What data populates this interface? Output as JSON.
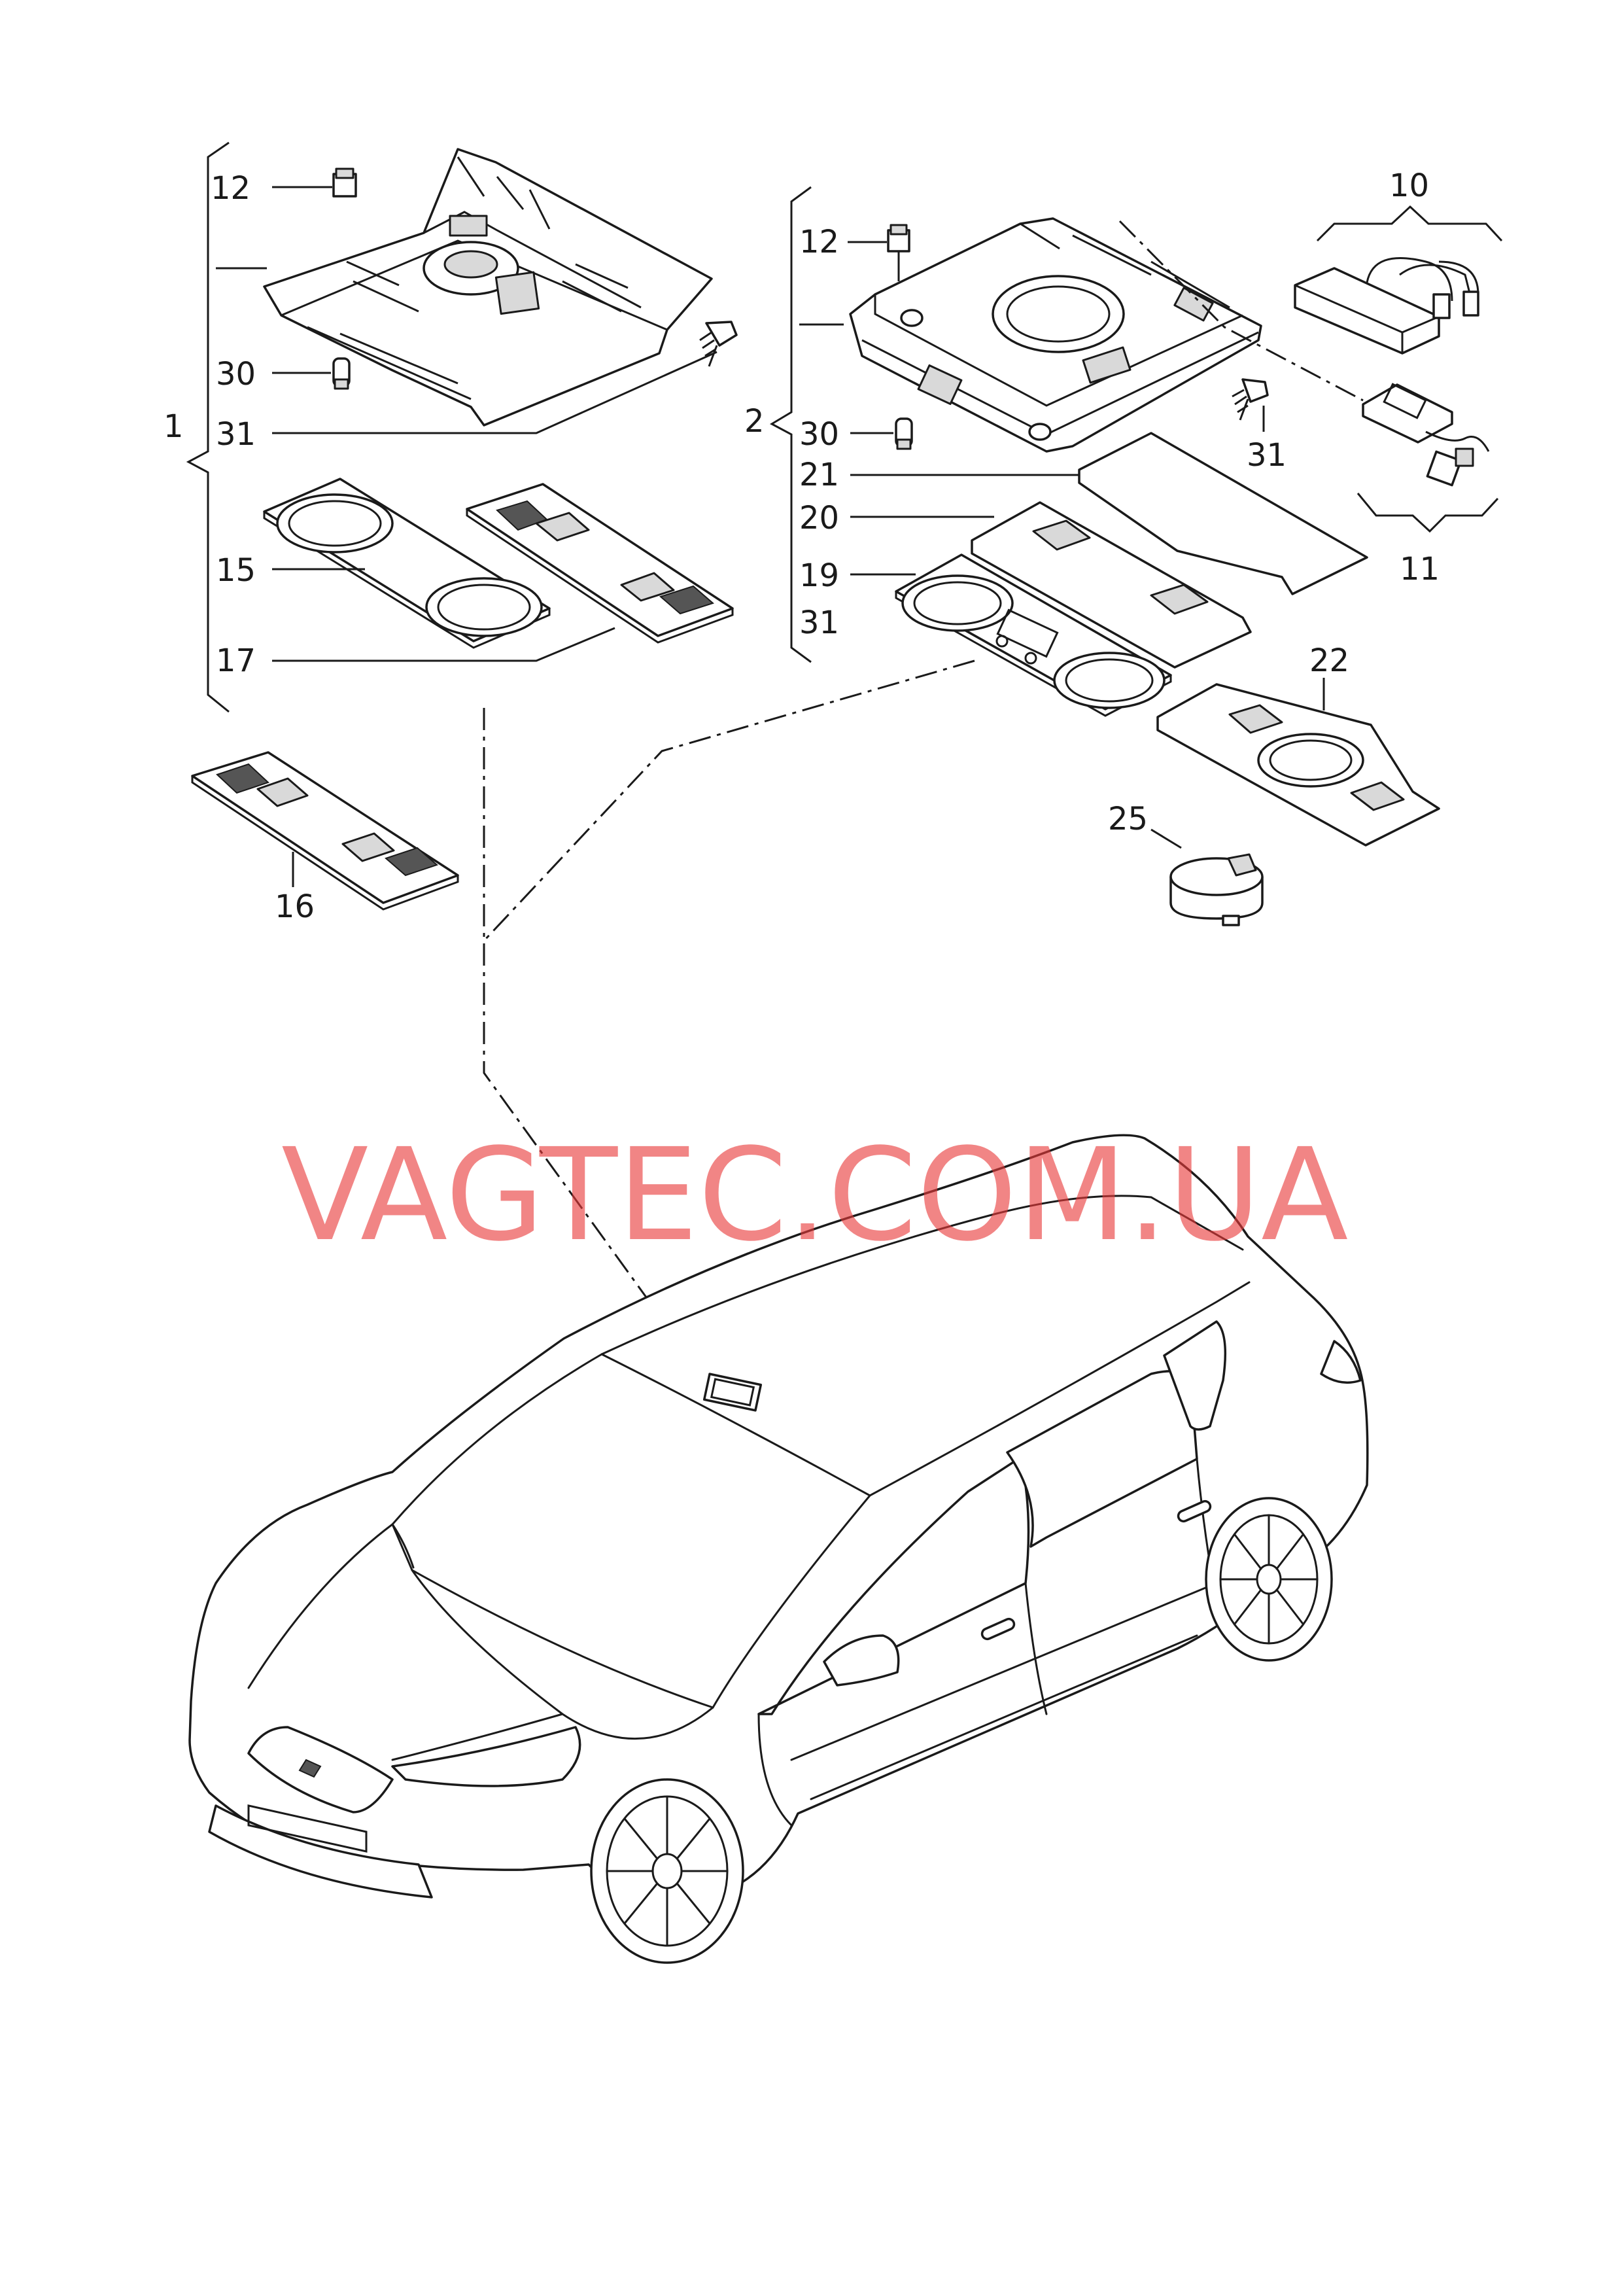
{
  "watermark": "VAGTEC.COM.UA",
  "callouts": {
    "group_left": "1",
    "group_right": "2",
    "lamp_clip_left": "12",
    "lamp_clip_right": "12",
    "bulb_left": "30",
    "bulb_right": "30",
    "screw_left": "31",
    "screw_right_a": "31",
    "screw_right_b": "31",
    "lens_left": "15",
    "cover_left": "17",
    "cover_loose": "16",
    "cover_right_21": "21",
    "cover_right_20": "20",
    "lens_right": "19",
    "harness": "10",
    "switch": "11",
    "cover_rear": "22",
    "sensor": "25"
  }
}
